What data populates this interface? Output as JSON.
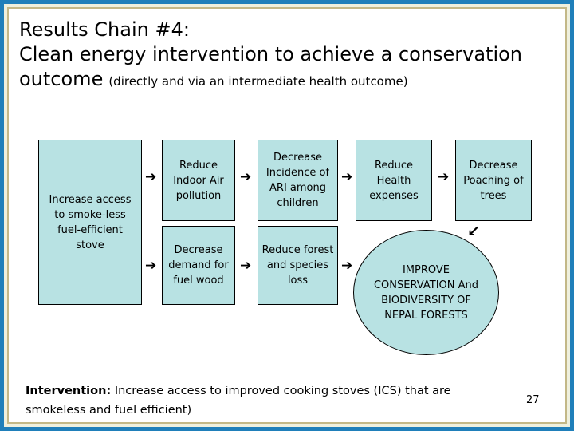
{
  "slide": {
    "title_line1": "Results Chain #4:",
    "title_line2": "Clean energy intervention to achieve a conservation",
    "title_line3_main": "outcome",
    "title_line3_sub": "(directly and via an intermediate health outcome)",
    "page_number": "27",
    "footer_label": "Intervention:",
    "footer_text": " Increase access to improved cooking stoves (ICS) that are smokeless and fuel efficient)"
  },
  "theme": {
    "node_fill": "#b8e2e3",
    "node_border": "#000000",
    "frame_outer": "#1f7fba",
    "frame_inner": "#c3b887",
    "background": "#ffffff",
    "text": "#000000"
  },
  "diagram": {
    "type": "results-chain",
    "nodes": [
      {
        "id": "intervention",
        "label": "Increase access to smoke-less fuel-efficient stove"
      },
      {
        "id": "indoor-air",
        "label": "Reduce Indoor Air pollution"
      },
      {
        "id": "fuel-wood",
        "label": "Decrease demand for fuel wood"
      },
      {
        "id": "ari",
        "label": "Decrease Incidence of ARI among children"
      },
      {
        "id": "forest-species-loss",
        "label": "Reduce forest and species loss"
      },
      {
        "id": "health-expenses",
        "label": "Reduce Health expenses"
      },
      {
        "id": "poaching",
        "label": "Decrease Poaching of trees"
      },
      {
        "id": "goal",
        "label": "IMPROVE CONSERVATION And BIODIVERSITY OF NEPAL FORESTS"
      }
    ],
    "arrows": [
      {
        "id": "a1",
        "glyph": "➔",
        "from": "intervention",
        "to": "indoor-air"
      },
      {
        "id": "a2",
        "glyph": "➔",
        "from": "intervention",
        "to": "fuel-wood"
      },
      {
        "id": "a3",
        "glyph": "➔",
        "from": "indoor-air",
        "to": "ari"
      },
      {
        "id": "a4",
        "glyph": "➔",
        "from": "fuel-wood",
        "to": "forest-species-loss"
      },
      {
        "id": "a5",
        "glyph": "➔",
        "from": "ari",
        "to": "health-expenses"
      },
      {
        "id": "a6",
        "glyph": "➔",
        "from": "forest-species-loss",
        "to": "goal"
      },
      {
        "id": "a7",
        "glyph": "➔",
        "from": "health-expenses",
        "to": "poaching"
      },
      {
        "id": "a8",
        "glyph": "↙",
        "from": "poaching",
        "to": "goal"
      }
    ]
  }
}
